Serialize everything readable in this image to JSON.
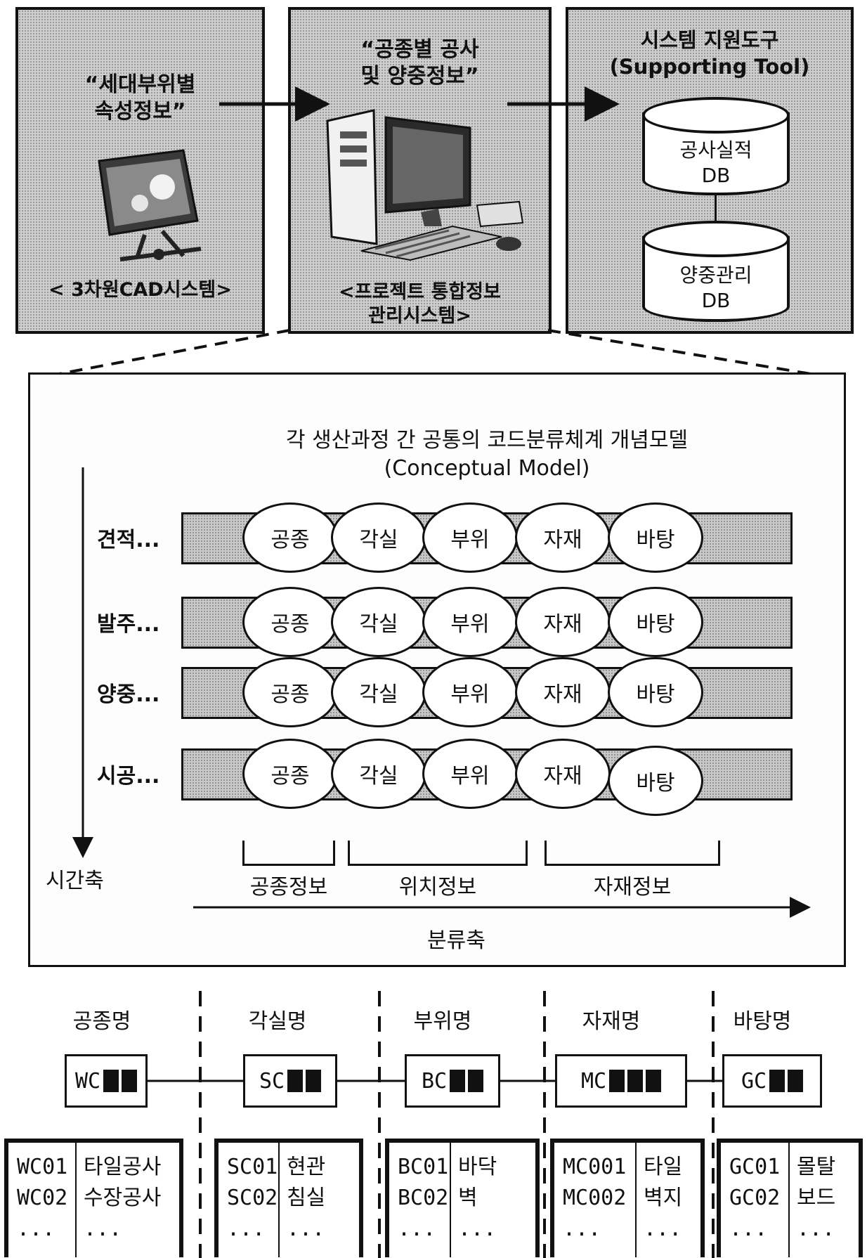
{
  "top": {
    "panel_cad": {
      "quote": "“세대부위별\n속성정보”",
      "caption": "< 3차원CAD시스템>",
      "icon": "monitor-3d-icon"
    },
    "panel_pims": {
      "quote": "“공종별 공사\n및 양중정보”",
      "caption": "<프로젝트 통합정보\n관리시스템>",
      "icon": "desktop-computer-icon"
    },
    "panel_tool": {
      "title": "시스템 지원도구\n(Supporting Tool)",
      "db1": "공사실적\nDB",
      "db2": "양중관리\nDB"
    }
  },
  "model": {
    "title": "각 생산과정 간 공통의 코드분류체계 개념모델\n(Conceptual Model)",
    "rows": [
      "견적...",
      "발주...",
      "양중...",
      "시공..."
    ],
    "ovals": [
      "공종",
      "각실",
      "부위",
      "자재",
      "바탕"
    ],
    "groups": [
      "공종정보",
      "위치정보",
      "자재정보"
    ],
    "time_axis": "시간축",
    "class_axis": "분류축"
  },
  "codes": {
    "columns": [
      {
        "title": "공종명",
        "prefix": "WC",
        "blocks": 2,
        "rows": [
          [
            "WC01",
            "타일공사"
          ],
          [
            "WC02",
            "수장공사"
          ],
          [
            "...",
            "..."
          ]
        ]
      },
      {
        "title": "각실명",
        "prefix": "SC",
        "blocks": 2,
        "rows": [
          [
            "SC01",
            "현관"
          ],
          [
            "SC02",
            "침실"
          ],
          [
            "...",
            "..."
          ]
        ]
      },
      {
        "title": "부위명",
        "prefix": "BC",
        "blocks": 2,
        "rows": [
          [
            "BC01",
            "바닥"
          ],
          [
            "BC02",
            "벽"
          ],
          [
            "...",
            "..."
          ]
        ]
      },
      {
        "title": "자재명",
        "prefix": "MC",
        "blocks": 3,
        "rows": [
          [
            "MC001",
            "타일"
          ],
          [
            "MC002",
            "벽지"
          ],
          [
            "...",
            "..."
          ]
        ]
      },
      {
        "title": "바탕명",
        "prefix": "GC",
        "blocks": 2,
        "rows": [
          [
            "GC01",
            "몰탈"
          ],
          [
            "GC02",
            "보드"
          ],
          [
            "...",
            "..."
          ]
        ]
      }
    ]
  }
}
